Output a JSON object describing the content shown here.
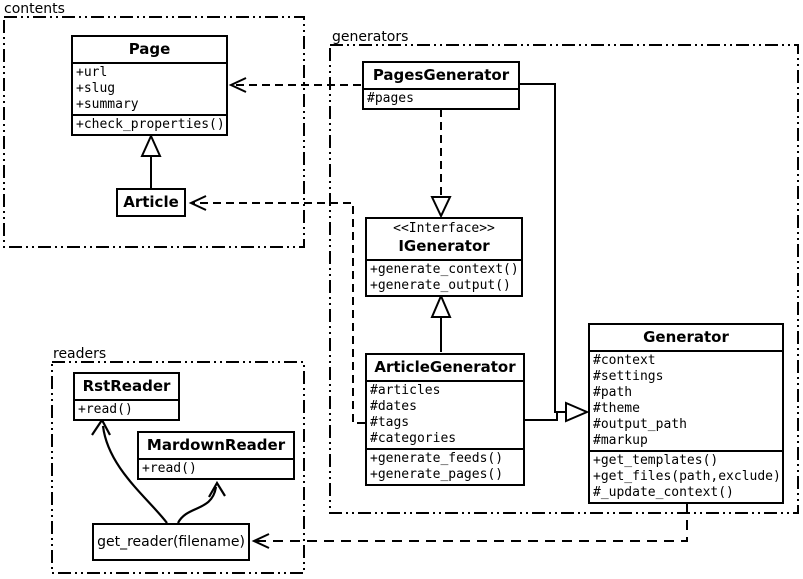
{
  "colors": {
    "line": "#000000",
    "background": "#ffffff",
    "box_fill": "#ffffff"
  },
  "packages": {
    "contents": {
      "label": "contents"
    },
    "generators": {
      "label": "generators"
    },
    "readers": {
      "label": "readers"
    }
  },
  "classes": {
    "page": {
      "name": "Page",
      "attributes": [
        "+url",
        "+slug",
        "+summary"
      ],
      "methods": [
        "+check_properties()"
      ]
    },
    "article": {
      "name": "Article"
    },
    "pages_generator": {
      "name": "PagesGenerator",
      "attributes": [
        "#pages"
      ]
    },
    "igenerator": {
      "stereotype": "<<Interface>>",
      "name": "IGenerator",
      "methods": [
        "+generate_context()",
        "+generate_output()"
      ]
    },
    "article_generator": {
      "name": "ArticleGenerator",
      "attributes": [
        "#articles",
        "#dates",
        "#tags",
        "#categories"
      ],
      "methods": [
        "+generate_feeds()",
        "+generate_pages()"
      ]
    },
    "generator": {
      "name": "Generator",
      "attributes": [
        "#context",
        "#settings",
        "#path",
        "#theme",
        "#output_path",
        "#markup"
      ],
      "methods": [
        "+get_templates()",
        "+get_files(path,exclude)",
        "#_update_context()"
      ]
    },
    "rst_reader": {
      "name": "RstReader",
      "methods": [
        "+read()"
      ]
    },
    "mardown_reader": {
      "name": "MardownReader",
      "methods": [
        "+read()"
      ]
    },
    "get_reader": {
      "label": "get_reader(filename)"
    }
  },
  "relationships": [
    {
      "type": "generalization",
      "from": "Article",
      "to": "Page"
    },
    {
      "type": "dependency",
      "from": "PagesGenerator",
      "to": "Page"
    },
    {
      "type": "dependency",
      "from": "ArticleGenerator",
      "to": "Article"
    },
    {
      "type": "realization",
      "from": "PagesGenerator",
      "to": "IGenerator"
    },
    {
      "type": "generalization",
      "from": "ArticleGenerator",
      "to": "IGenerator"
    },
    {
      "type": "generalization",
      "from": "PagesGenerator",
      "to": "Generator"
    },
    {
      "type": "generalization",
      "from": "ArticleGenerator",
      "to": "Generator"
    },
    {
      "type": "dependency",
      "from": "Generator",
      "to": "get_reader(filename)"
    },
    {
      "type": "call",
      "from": "get_reader(filename)",
      "to": "RstReader"
    },
    {
      "type": "call",
      "from": "get_reader(filename)",
      "to": "MardownReader"
    }
  ]
}
